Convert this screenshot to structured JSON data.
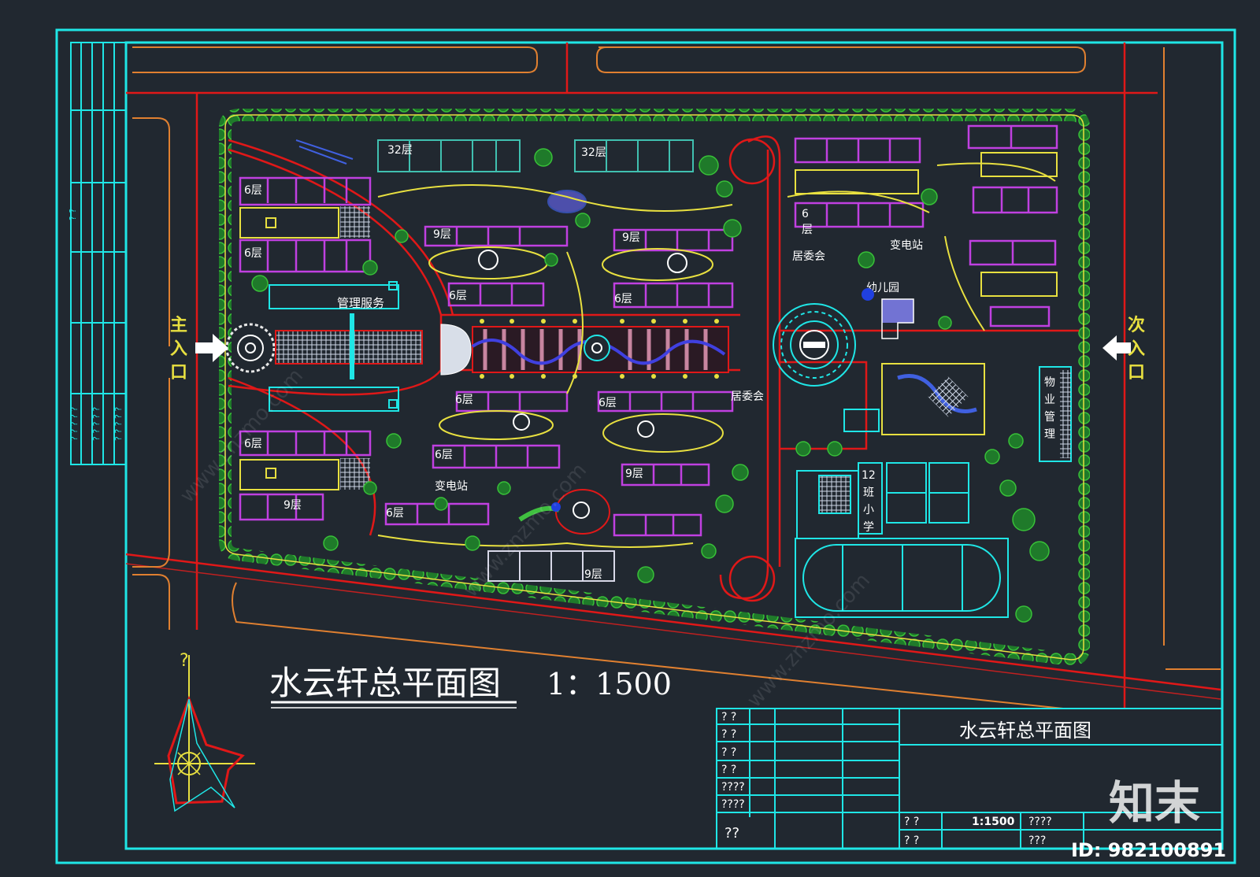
{
  "drawing": {
    "title": "水云轩总平面图",
    "scale": "1：1500",
    "entrances": {
      "main": [
        "主",
        "入",
        "口"
      ],
      "secondary": [
        "次",
        "入",
        "口"
      ]
    },
    "compass_mark": "?"
  },
  "buildings": {
    "west_labels": [
      "6层",
      "6层",
      "6层",
      "9层"
    ],
    "north_labels": [
      "32层",
      "32层"
    ],
    "center_north_labels": [
      "9层",
      "9层",
      "6层",
      "6层"
    ],
    "center_south_labels": [
      "6层",
      "6层",
      "6层",
      "9层",
      "6层",
      "9层"
    ],
    "east_labels": [
      "6",
      "层"
    ],
    "management": "管理服务",
    "substation_north": "变电站",
    "substation_south": "变电站",
    "committee_north": "居委会",
    "committee_south": "居委会",
    "kindergarten": "幼儿园",
    "property": [
      "物",
      "业",
      "管",
      "理"
    ],
    "school": [
      "12",
      "班",
      "小",
      "学"
    ]
  },
  "left_strip_marks": [
    "? ?",
    "? ? ? ? ?",
    "? ? ? ? ?",
    "? ? ? ? ?"
  ],
  "title_block": {
    "title": "水云轩总平面图",
    "left_rows": [
      "?  ?",
      "?  ?",
      "?  ?",
      "?  ?",
      "????",
      "????",
      "??"
    ],
    "scale": "1:1500",
    "cells": [
      "?  ?",
      "?  ?",
      "????",
      "???"
    ]
  },
  "watermark": {
    "logo": "知末",
    "id": "ID: 982100891",
    "site": "www.znzmo.com"
  },
  "colors": {
    "background": "#212830",
    "frame": "#1fe6e6",
    "road": "#e01818",
    "path": "#e8e040",
    "building": "#c040e0",
    "tree": "#30b030",
    "highrise": "#40c0b0"
  }
}
